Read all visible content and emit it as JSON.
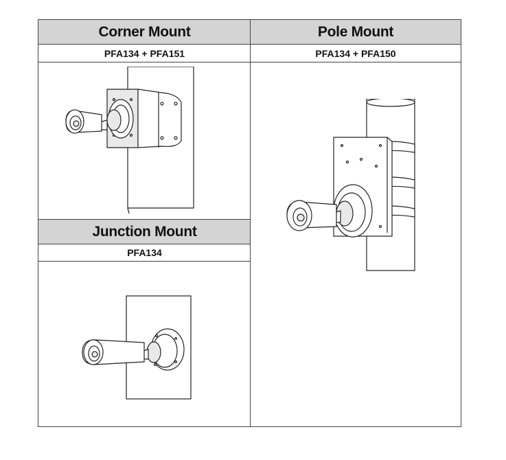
{
  "corner": {
    "title": "Corner Mount",
    "parts": "PFA134 + PFA151"
  },
  "pole": {
    "title": "Pole Mount",
    "parts": "PFA134 + PFA150"
  },
  "junction": {
    "title": "Junction Mount",
    "parts": "PFA134"
  },
  "colors": {
    "header_bg": "#d4d4d4",
    "border": "#444444"
  },
  "icons": [
    "bullet-camera-icon",
    "corner-bracket-icon",
    "pole-bracket-icon",
    "junction-box-icon"
  ]
}
